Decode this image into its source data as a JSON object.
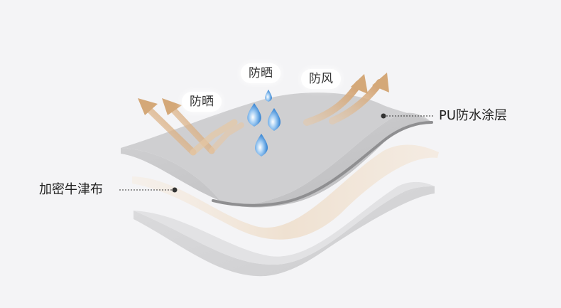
{
  "labels": {
    "sunscreen_left": "防晒",
    "sunscreen_top": "防晒",
    "windproof": "防风",
    "pu_coating": "PU防水涂层",
    "fabric": "加密牛津布"
  },
  "colors": {
    "background": "#f4f4f6",
    "top_layer": "#c9c9cb",
    "top_layer_edge": "#9a9a9c",
    "middle_layer": "#f1e6da",
    "bottom_layer": "#d3d3d5",
    "arrow": "#d4a878",
    "water_drop": "#4a8fd6",
    "leader_line": "#333333"
  },
  "icons": [
    "sun-arrow-icon",
    "wind-arrow-icon",
    "water-drop-icon"
  ]
}
